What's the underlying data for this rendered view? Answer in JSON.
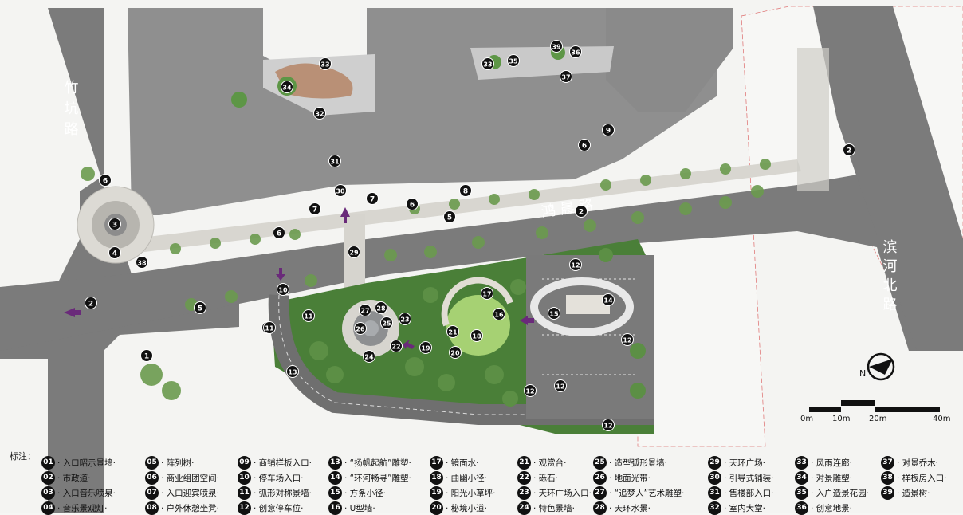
{
  "map": {
    "roads": {
      "zhukeng": "竹坑路",
      "honghui": "鸿 晨 路",
      "binhe": "滨河北路"
    },
    "scale": {
      "labels": [
        "0m",
        "10m",
        "20m",
        "40m"
      ]
    },
    "markers": [
      "1",
      "2",
      "2",
      "2",
      "3",
      "4",
      "5",
      "5",
      "6",
      "6",
      "6",
      "6",
      "7",
      "7",
      "8",
      "9",
      "10",
      "10",
      "11",
      "11",
      "12",
      "12",
      "12",
      "12",
      "12",
      "13",
      "14",
      "15",
      "16",
      "17",
      "18",
      "19",
      "20",
      "21",
      "22",
      "23",
      "24",
      "25",
      "26",
      "27",
      "28",
      "29",
      "30",
      "31",
      "32",
      "33",
      "33",
      "34",
      "35",
      "36",
      "37",
      "38",
      "39",
      "39"
    ]
  },
  "legend": {
    "title": "标注：",
    "items": [
      {
        "num": "01",
        "label": "入口昭示景墙"
      },
      {
        "num": "02",
        "label": "市政道"
      },
      {
        "num": "03",
        "label": "入口音乐喷泉"
      },
      {
        "num": "04",
        "label": "音乐景观灯"
      },
      {
        "num": "05",
        "label": "阵列树"
      },
      {
        "num": "06",
        "label": "商业组团空间"
      },
      {
        "num": "07",
        "label": "入口迎宾喷泉"
      },
      {
        "num": "08",
        "label": "户外休憩坐凳"
      },
      {
        "num": "09",
        "label": "商铺样板入口"
      },
      {
        "num": "10",
        "label": "停车场入口"
      },
      {
        "num": "11",
        "label": "弧形对称景墙"
      },
      {
        "num": "12",
        "label": "创意停车位"
      },
      {
        "num": "13",
        "label": "“扬帆起航”雕塑"
      },
      {
        "num": "14",
        "label": "“环河畅寻”雕塑"
      },
      {
        "num": "15",
        "label": "方条小径"
      },
      {
        "num": "16",
        "label": "U型墙"
      },
      {
        "num": "17",
        "label": "镜面水"
      },
      {
        "num": "18",
        "label": "曲幽小径"
      },
      {
        "num": "19",
        "label": "阳光小草坪"
      },
      {
        "num": "20",
        "label": "秘境小道"
      },
      {
        "num": "21",
        "label": "观赏台"
      },
      {
        "num": "22",
        "label": "砾石"
      },
      {
        "num": "23",
        "label": "天环广场入口"
      },
      {
        "num": "24",
        "label": "特色景墙"
      },
      {
        "num": "25",
        "label": "造型弧形景墙"
      },
      {
        "num": "26",
        "label": "地面光带"
      },
      {
        "num": "27",
        "label": "“追梦人”艺术雕塑"
      },
      {
        "num": "28",
        "label": "天环水景"
      },
      {
        "num": "29",
        "label": "天环广场"
      },
      {
        "num": "30",
        "label": "引导式铺装"
      },
      {
        "num": "31",
        "label": "售楼部入口"
      },
      {
        "num": "32",
        "label": "室内大堂"
      },
      {
        "num": "33",
        "label": "风雨连廊"
      },
      {
        "num": "34",
        "label": "对景雕塑"
      },
      {
        "num": "35",
        "label": "入户造景花园"
      },
      {
        "num": "36",
        "label": "创意地景"
      },
      {
        "num": "37",
        "label": "对景乔木"
      },
      {
        "num": "38",
        "label": "样板房入口"
      },
      {
        "num": "39",
        "label": "造景树"
      }
    ]
  },
  "colors": {
    "road": "#7a7a7a",
    "building": "#8e8e8e",
    "green": "#4f8a3a",
    "lawn": "#9fcf6e",
    "paving": "#e4e1da",
    "arrow": "#6a2a7a",
    "marker": "#111111"
  }
}
